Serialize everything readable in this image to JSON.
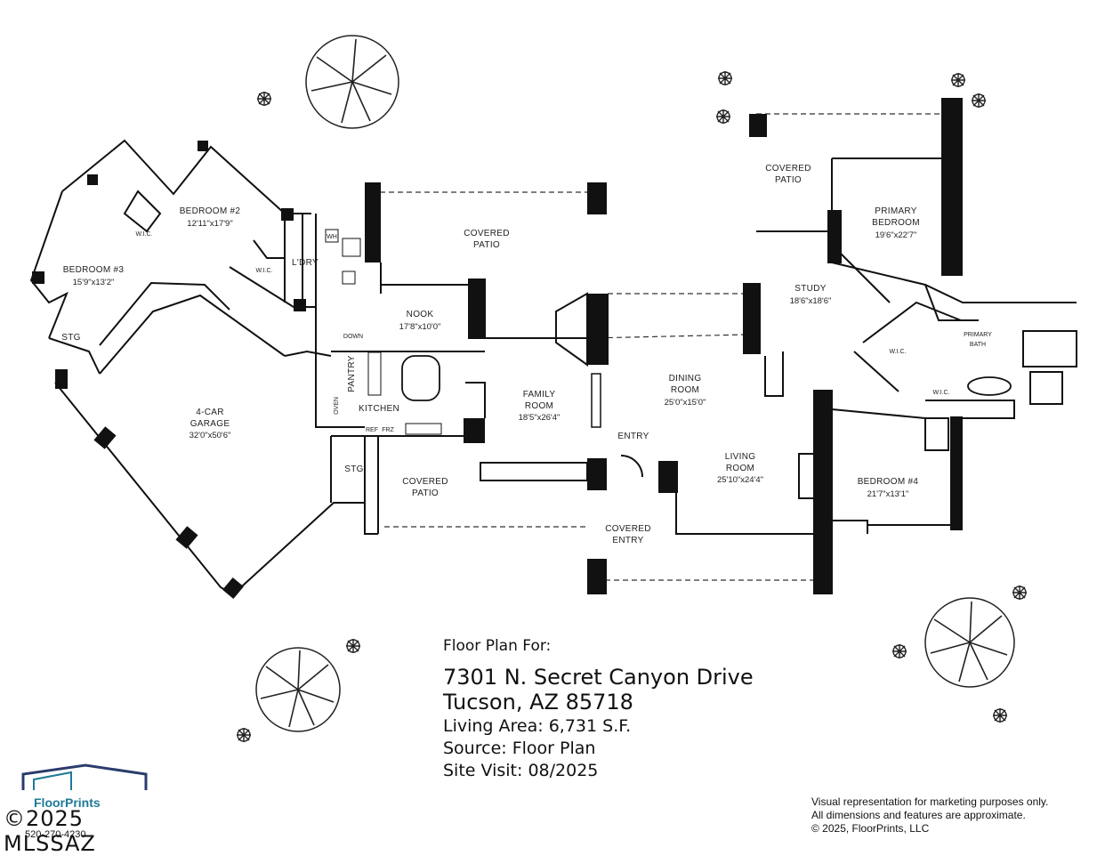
{
  "rooms": {
    "bedroom2": {
      "name": "BEDROOM #2",
      "dim": "12'11\"x17'9\""
    },
    "bedroom3": {
      "name": "BEDROOM #3",
      "dim": "15'9\"x13'2\""
    },
    "wic_a": "W.I.C.",
    "wic_b": "W.I.C.",
    "laundry": "L'DRY",
    "stg_a": "STG",
    "stg_b": "STG",
    "garage": {
      "name1": "4-CAR",
      "name2": "GARAGE",
      "dim": "32'0\"x50'6\""
    },
    "patio_top": {
      "name1": "COVERED",
      "name2": "PATIO"
    },
    "nook": {
      "name": "NOOK",
      "dim": "17'8\"x10'0\""
    },
    "pantry": "PANTRY",
    "kitchen": "KITCHEN",
    "down": "DOWN",
    "oven": "OVEN",
    "ref": "REF",
    "frz": "FRZ",
    "wh": "WH",
    "family": {
      "name1": "FAMILY",
      "name2": "ROOM",
      "dim": "18'5\"x26'4\""
    },
    "dining": {
      "name1": "DINING",
      "name2": "ROOM",
      "dim": "25'0\"x15'0\""
    },
    "entry": "ENTRY",
    "living": {
      "name1": "LIVING",
      "name2": "ROOM",
      "dim": "25'10\"x24'4\""
    },
    "patio_bottom": {
      "name1": "COVERED",
      "name2": "PATIO"
    },
    "covered_entry": {
      "name1": "COVERED",
      "name2": "ENTRY"
    },
    "patio_right": {
      "name1": "COVERED",
      "name2": "PATIO"
    },
    "primary_bed": {
      "name1": "PRIMARY",
      "name2": "BEDROOM",
      "dim": "19'6\"x22'7\""
    },
    "study": {
      "name": "STUDY",
      "dim": "18'6\"x18'6\""
    },
    "primary_bath": {
      "name1": "PRIMARY",
      "name2": "BATH"
    },
    "wic_c": "W.I.C.",
    "wic_d": "W.I.C.",
    "bedroom4": {
      "name": "BEDROOM #4",
      "dim": "21'7\"x13'1\""
    }
  },
  "info": {
    "intro": "Floor Plan For:",
    "address1": "7301 N. Secret Canyon Drive",
    "address2": "Tucson, AZ  85718",
    "living_area": "Living Area:  6,731 S.F.",
    "source": "Source:  Floor Plan",
    "site_visit": "Site Visit:  08/2025"
  },
  "logo": {
    "brand": "FloorPrints",
    "watermark": "©2025 MLSSAZ",
    "phone": "520-270-4230"
  },
  "disclaimer": {
    "line1": "Visual representation for marketing purposes only.",
    "line2": "All dimensions and features are approximate.",
    "line3": "© 2025, FloorPrints, LLC"
  }
}
